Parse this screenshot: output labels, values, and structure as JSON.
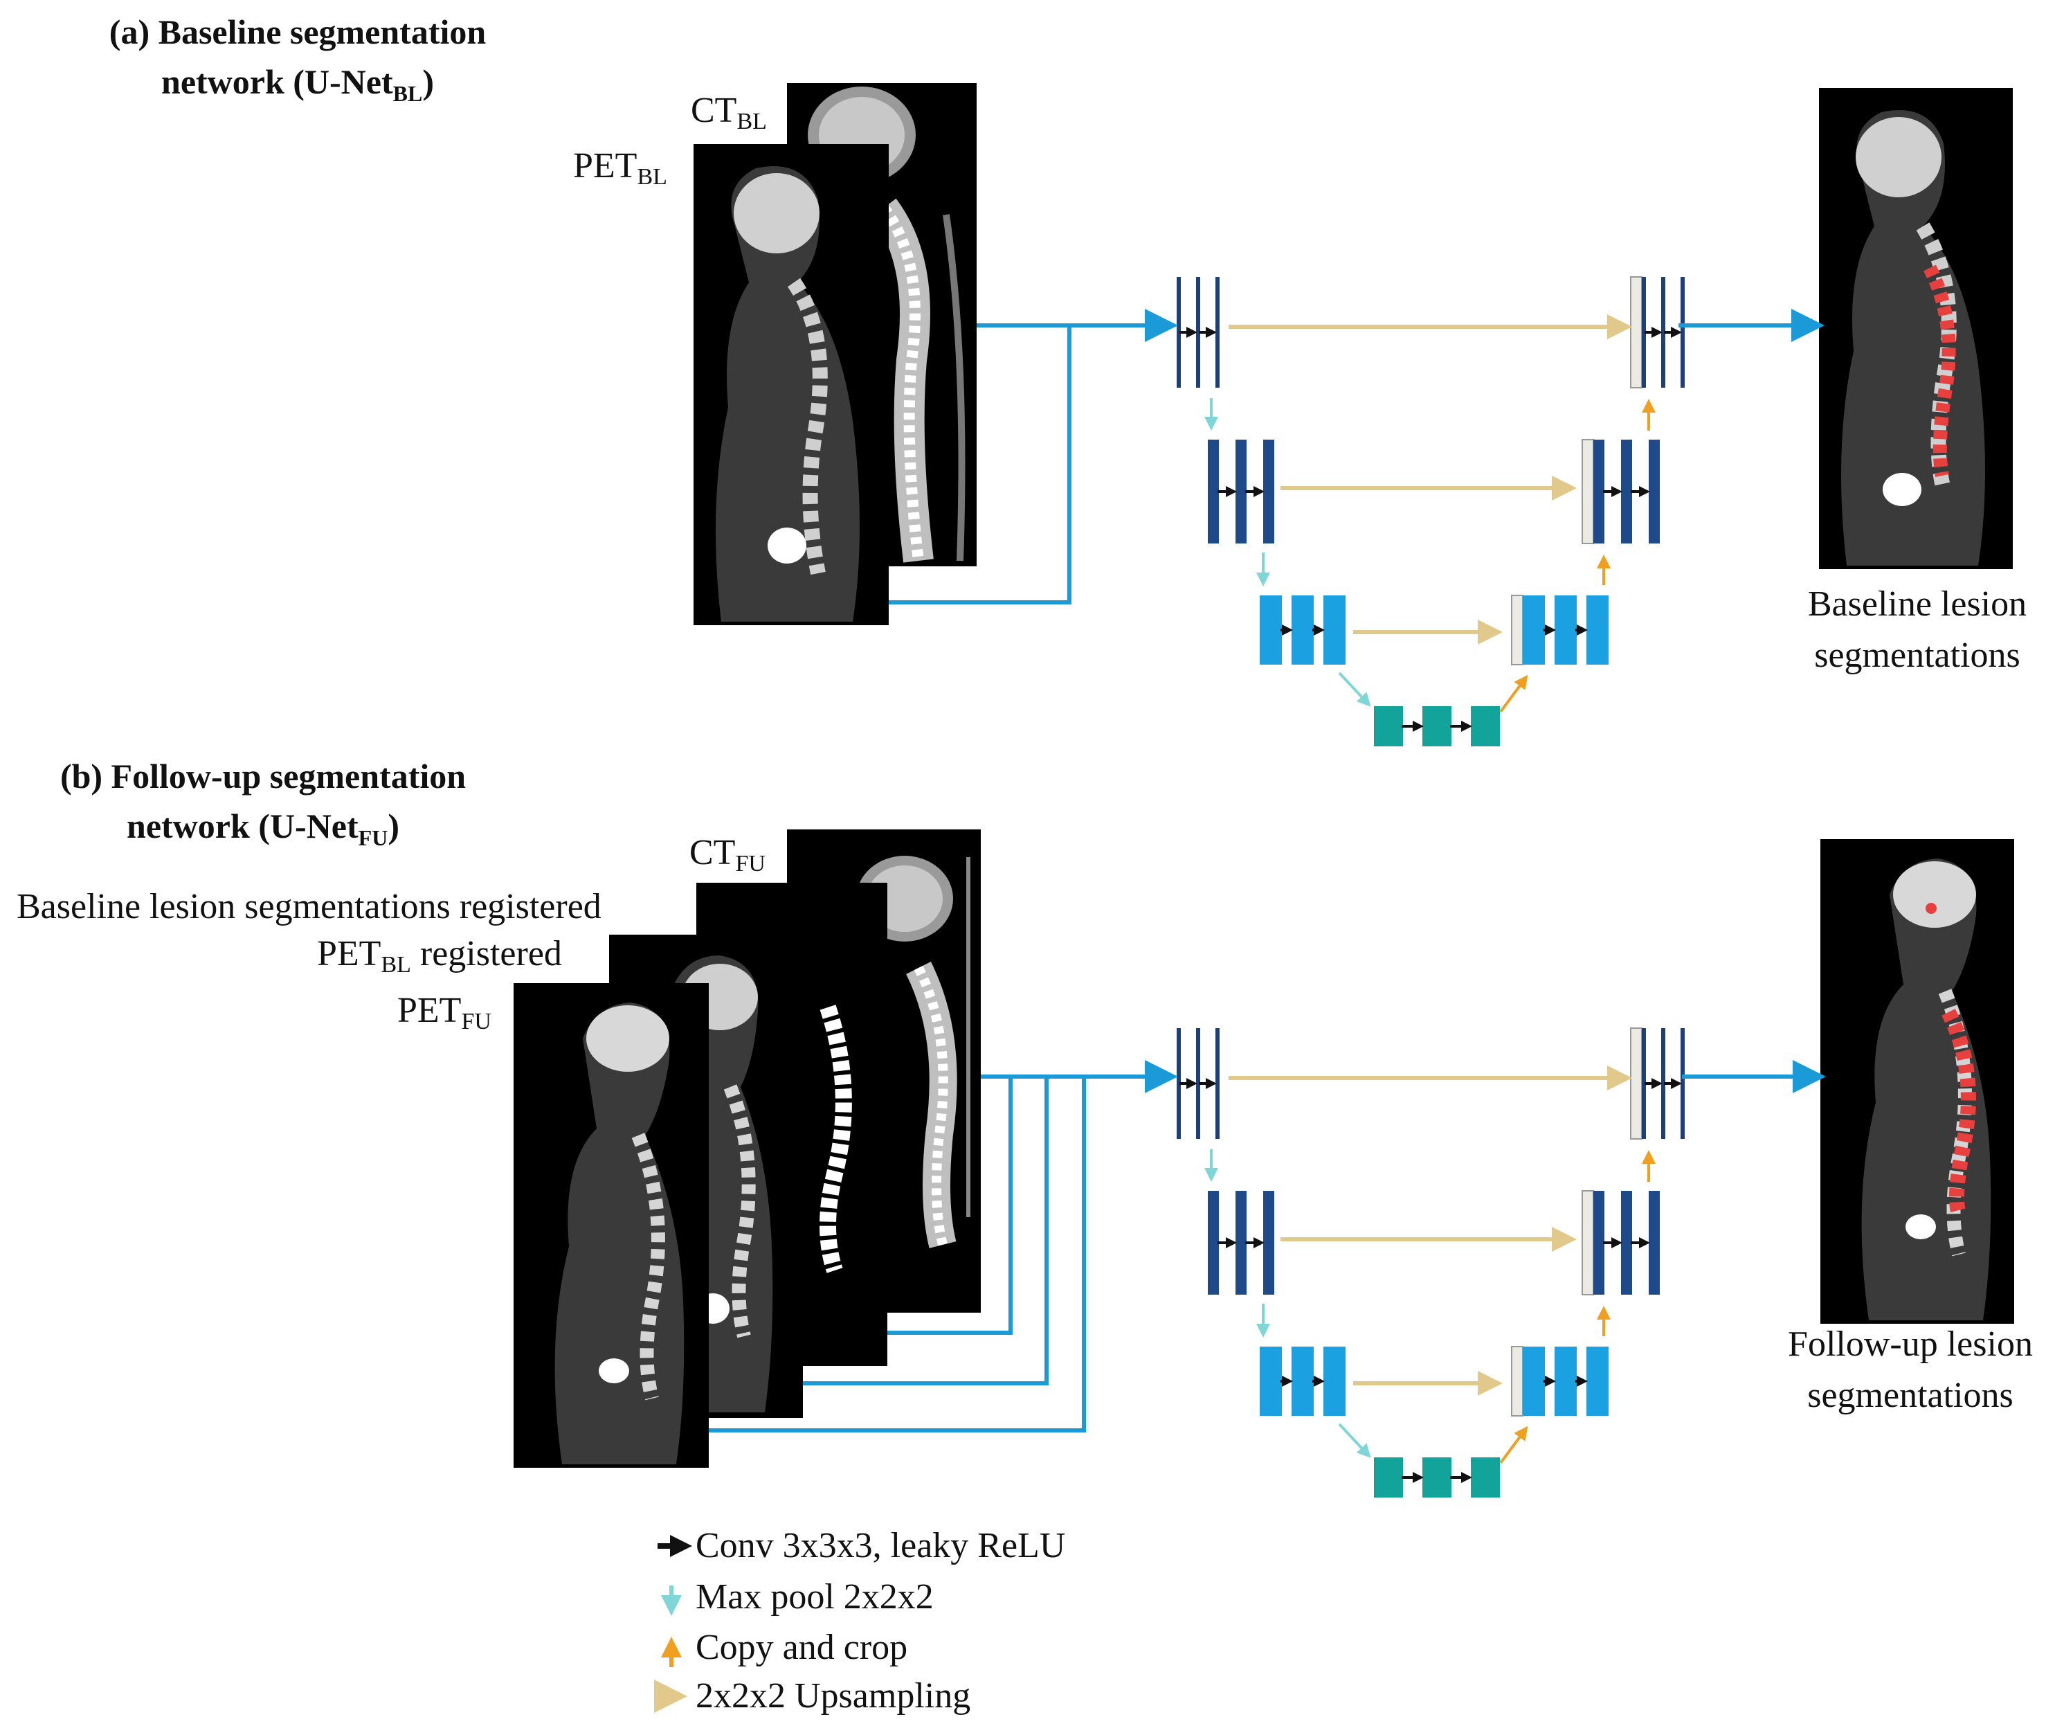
{
  "panel_a": {
    "title_line1": "(a) Baseline segmentation",
    "title_line2_pre": "network (U-Net",
    "title_line2_sub": "BL",
    "title_line2_post": ")",
    "inputs": [
      {
        "main": "CT",
        "sub": "BL",
        "post": ""
      },
      {
        "main": "PET",
        "sub": "BL",
        "post": ""
      }
    ],
    "output_caption_line1": "Baseline lesion",
    "output_caption_line2": "segmentations"
  },
  "panel_b": {
    "title_line1": "(b) Follow-up segmentation",
    "title_line2_pre": "network (U-Net",
    "title_line2_sub": "FU",
    "title_line2_post": ")",
    "inputs": [
      {
        "main": "CT",
        "sub": "FU",
        "post": ""
      },
      {
        "main": "Baseline lesion segmentations registered",
        "sub": "",
        "post": ""
      },
      {
        "main": "PET",
        "sub": "BL",
        "post": " registered"
      },
      {
        "main": "PET",
        "sub": "FU",
        "post": ""
      }
    ],
    "output_caption_line1": "Follow-up lesion",
    "output_caption_line2": "segmentations"
  },
  "legend": [
    {
      "icon": "conv-arrow-icon",
      "color": "#111111",
      "label": "Conv 3x3x3, leaky ReLU"
    },
    {
      "icon": "max-pool-arrow-icon",
      "color": "#7fd6d6",
      "label": "Max pool 2x2x2"
    },
    {
      "icon": "copy-crop-arrow-icon",
      "color": "#f0a020",
      "label": "Copy and crop"
    },
    {
      "icon": "upsampling-arrow-icon",
      "color": "#e0c98a",
      "label": "2x2x2 Upsampling"
    }
  ],
  "colors": {
    "wire": "#1a9ad6",
    "level1": "#1f3f78",
    "level2": "#1f4a8a",
    "level3": "#1ba0e2",
    "bottleneck": "#12a39a",
    "skip": "#e0c98a",
    "up": "#f0a020",
    "pool": "#7fd6d6",
    "lesion": "#e8403f"
  }
}
